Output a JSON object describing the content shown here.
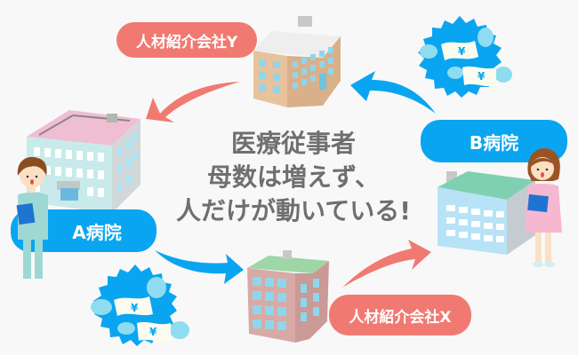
{
  "labels": {
    "agency_y": "人材紹介会社Y",
    "agency_x": "人材紹介会社X",
    "hospital_a": "A病院",
    "hospital_b": "B病院"
  },
  "message": {
    "line1": "医療従事者",
    "line2": "母数は増えず、",
    "line3": "人だけが動いている!"
  },
  "icons": {
    "money_badge": "¥"
  },
  "colors": {
    "agency_red": "#f07a72",
    "hospital_blue": "#0aa5f0",
    "text_gray": "#6f6f6f",
    "background": "#f8f8f8"
  }
}
